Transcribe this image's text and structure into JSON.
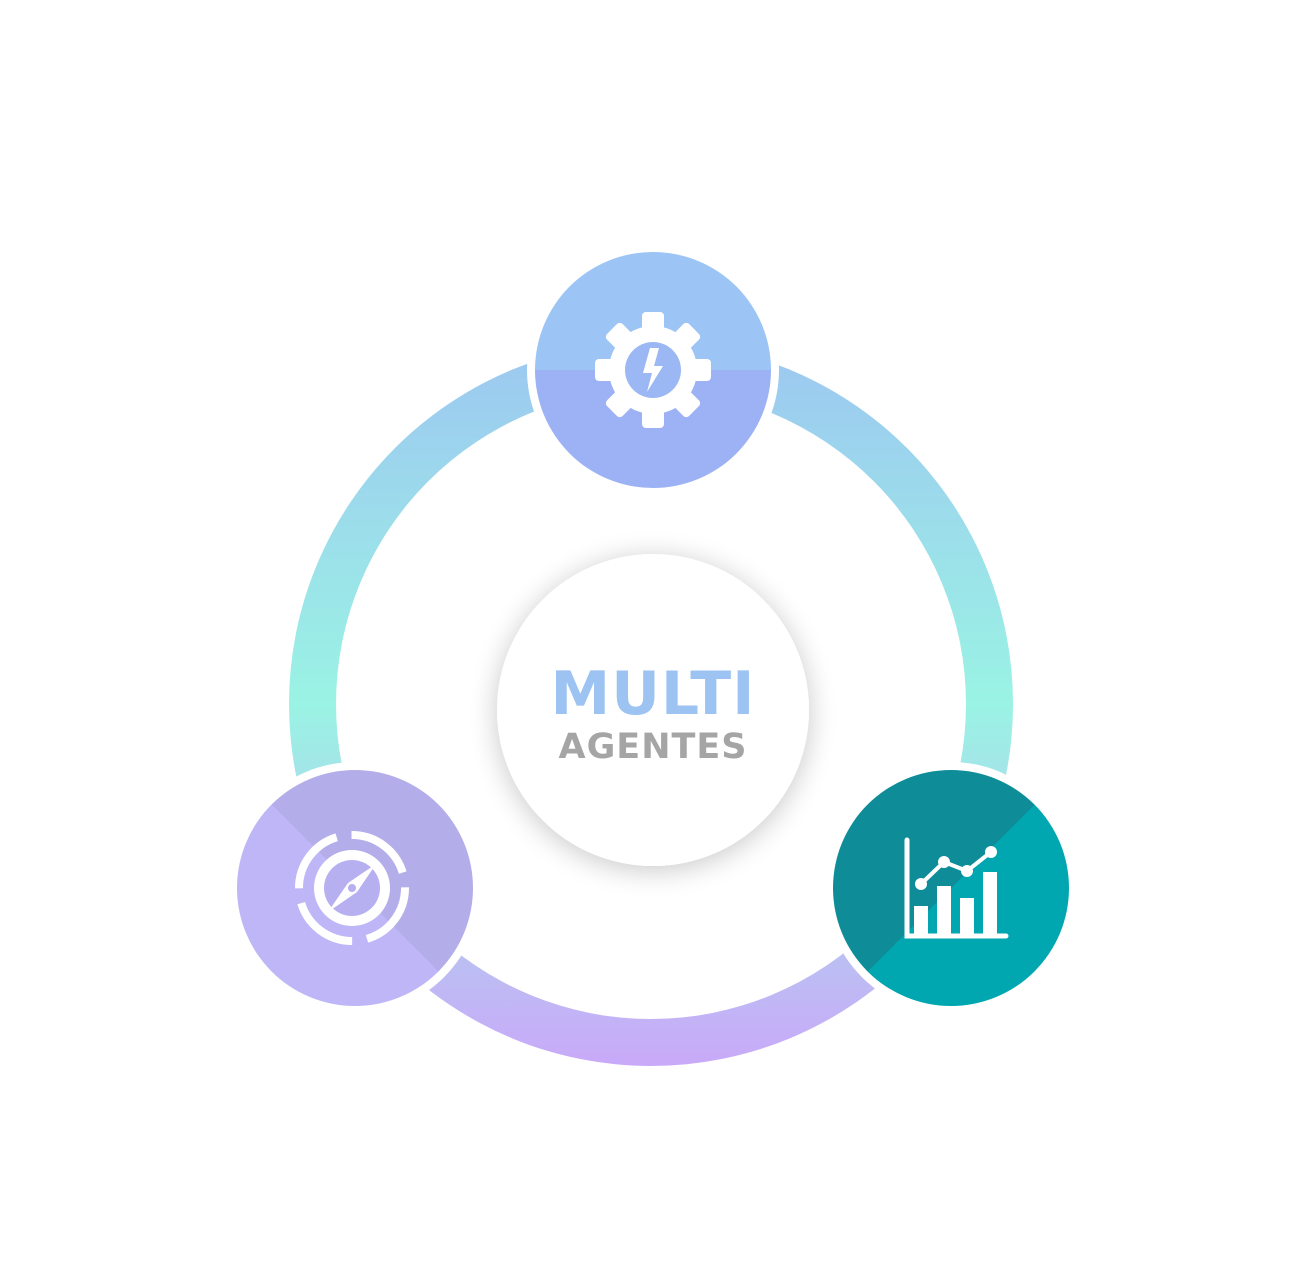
{
  "center": {
    "title": "MULTI",
    "subtitle": "AGENTES"
  },
  "colors": {
    "title": "#9cc3f1",
    "subtitle": "#a5a5a5",
    "ring_top": "#9dc7f1",
    "ring_mid": "#9af3e4",
    "ring_bottom": "#c9a9f9",
    "node_top_upper": "#9cc5f6",
    "node_top_lower": "#9cb2f4",
    "node_left_a": "#b3adea",
    "node_left_b": "#beb6f7",
    "node_right_a": "#0e8d99",
    "node_right_b": "#00a6b0"
  },
  "nodes": [
    {
      "id": "top",
      "icon": "gear-lightning-icon"
    },
    {
      "id": "left",
      "icon": "compass-icon"
    },
    {
      "id": "right",
      "icon": "bar-line-chart-icon"
    }
  ]
}
